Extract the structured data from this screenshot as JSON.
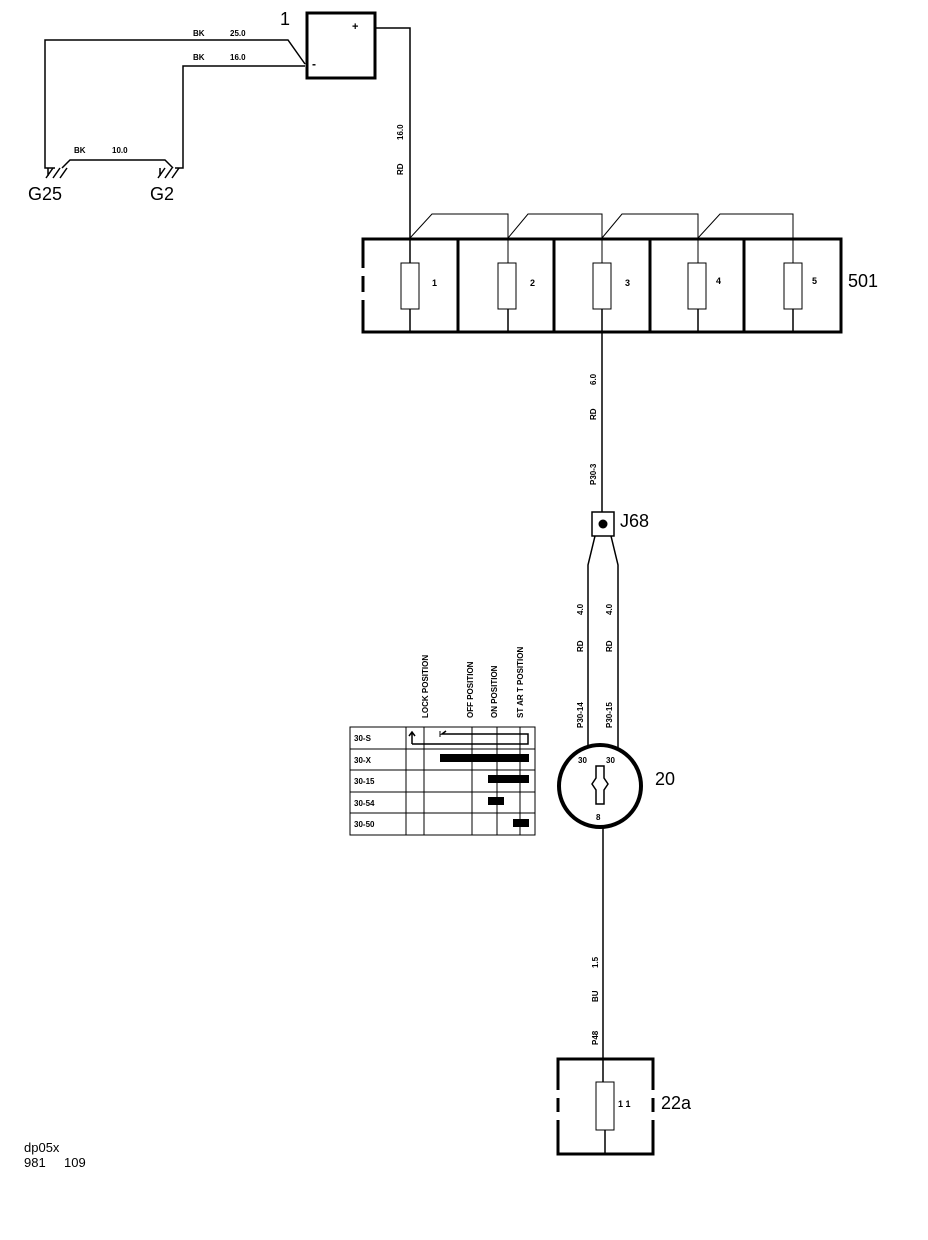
{
  "components": {
    "battery": {
      "label": "1",
      "plus": "+",
      "minus": "-"
    },
    "ground_g25": {
      "label": "G25"
    },
    "ground_g2": {
      "label": "G2"
    },
    "fuse_box": {
      "label": "501",
      "fuses": [
        "1",
        "2",
        "3",
        "4",
        "5"
      ]
    },
    "junction_j68": {
      "label": "J68"
    },
    "ignition_switch": {
      "label": "20",
      "terminal_left": "30",
      "terminal_right": "30",
      "terminal_bottom": "8"
    },
    "relay_22a": {
      "label": "22a",
      "terminal": "1 1"
    }
  },
  "wires": {
    "bk_25": {
      "color": "BK",
      "size": "25.0"
    },
    "bk_16": {
      "color": "BK",
      "size": "16.0"
    },
    "bk_10": {
      "color": "BK",
      "size": "10.0"
    },
    "battery_to_fuse": {
      "color": "RD",
      "size": "16.0"
    },
    "fuse_to_j68": {
      "color": "RD",
      "size": "6.0",
      "pin": "P30-3"
    },
    "j68_left": {
      "color": "RD",
      "size": "4.0",
      "pin": "P30-14"
    },
    "j68_right": {
      "color": "RD",
      "size": "4.0",
      "pin": "P30-15"
    },
    "switch_to_22a": {
      "color": "BU",
      "size": "1.5",
      "pin": "P48"
    }
  },
  "switch_table": {
    "columns": [
      "LOCK POSITION",
      "OFF POSITION",
      "ON POSITION",
      "ST AR T POSITION"
    ],
    "rows": [
      "30-S",
      "30-X",
      "30-15",
      "30-54",
      "30-50"
    ]
  },
  "footer": {
    "code": "dp05x",
    "number_left": "981",
    "number_right": "109"
  }
}
